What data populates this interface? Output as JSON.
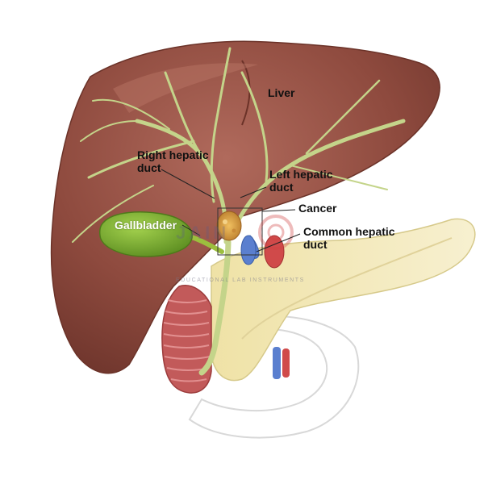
{
  "diagram": {
    "labels": {
      "liver": "Liver",
      "right_hepatic_duct": "Right hepatic\nduct",
      "left_hepatic_duct": "Left hepatic\nduct",
      "cancer": "Cancer",
      "gallbladder": "Gallbladder",
      "common_hepatic_duct": "Common hepatic\nduct"
    },
    "watermark": {
      "logo_text": "JAIN",
      "tagline": "EDUCATIONAL LAB INSTRUMENTS"
    },
    "colors": {
      "liver": "#8e4a3e",
      "liver_highlight": "#a86052",
      "gallbladder": "#7fb332",
      "bile_ducts": "#c4d48a",
      "pancreas": "#f2e8b8",
      "intestine": "#c25a5a",
      "tumor": "#d8a24a",
      "vein_blue": "#5a7fcf",
      "artery_red": "#d04a4a"
    }
  }
}
